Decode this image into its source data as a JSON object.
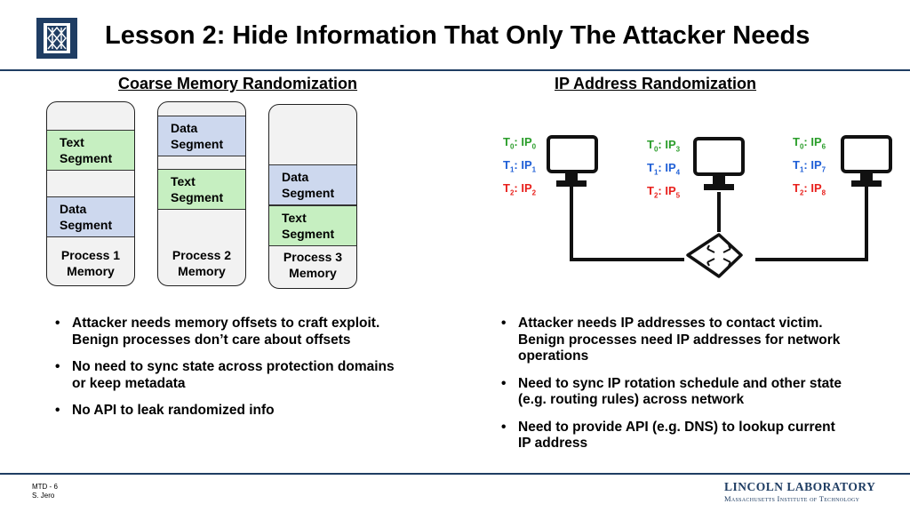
{
  "title": "Lesson 2: Hide Information That Only The Attacker Needs",
  "left": {
    "heading": "Coarse Memory Randomization",
    "processes": [
      {
        "label": [
          "Process 1",
          "Memory"
        ],
        "segments": [
          {
            "kind": "text",
            "lines": [
              "Text",
              "Segment"
            ]
          },
          {
            "kind": "data",
            "lines": [
              "Data",
              "Segment"
            ]
          }
        ]
      },
      {
        "label": [
          "Process 2",
          "Memory"
        ],
        "segments": [
          {
            "kind": "data",
            "lines": [
              "Data",
              "Segment"
            ]
          },
          {
            "kind": "text",
            "lines": [
              "Text",
              "Segment"
            ]
          }
        ]
      },
      {
        "label": [
          "Process 3",
          "Memory"
        ],
        "segments": [
          {
            "kind": "data",
            "lines": [
              "Data",
              "Segment"
            ]
          },
          {
            "kind": "text",
            "lines": [
              "Text",
              "Segment"
            ]
          }
        ]
      }
    ],
    "bullets": [
      [
        "Attacker needs memory offsets to craft exploit.",
        "Benign processes don’t care about offsets"
      ],
      [
        "No need to sync state across protection domains",
        "or keep metadata"
      ],
      [
        "No API to leak randomized info"
      ]
    ]
  },
  "right": {
    "heading": "IP Address Randomization",
    "hosts": [
      {
        "rows": [
          {
            "t": "0",
            "ip": "0"
          },
          {
            "t": "1",
            "ip": "1"
          },
          {
            "t": "2",
            "ip": "2"
          }
        ]
      },
      {
        "rows": [
          {
            "t": "0",
            "ip": "3"
          },
          {
            "t": "1",
            "ip": "4"
          },
          {
            "t": "2",
            "ip": "5"
          }
        ]
      },
      {
        "rows": [
          {
            "t": "0",
            "ip": "6"
          },
          {
            "t": "1",
            "ip": "7"
          },
          {
            "t": "2",
            "ip": "8"
          }
        ]
      }
    ],
    "row_colors": [
      "#2a9d2a",
      "#1f5fd6",
      "#e8201c"
    ],
    "bullets": [
      [
        "Attacker needs IP addresses to contact victim.",
        "Benign processes need IP addresses for network",
        "operations"
      ],
      [
        "Need to sync IP rotation schedule and other state",
        "(e.g. routing rules) across network"
      ],
      [
        "Need to provide API (e.g. DNS) to lookup current",
        "IP address"
      ]
    ]
  },
  "footer": {
    "slide_id": "MTD - 6",
    "author": "S. Jero",
    "lab_name": "LINCOLN LABORATORY",
    "institute": "Massachusetts Institute of Technology"
  },
  "colors": {
    "brand": "#1f3d63",
    "text_segment": "#c6efc1",
    "data_segment": "#cdd8ee"
  }
}
